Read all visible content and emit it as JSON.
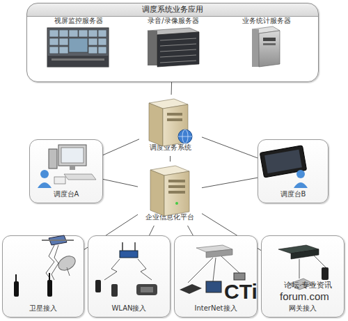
{
  "diagram": {
    "nodes": [
      {
        "text": [
          "调度系统业务应用"
        ]
      },
      {
        "text": [
          "视屏监控服务器"
        ],
        "in": 0
      },
      {
        "text": [
          "录音/录像服务器"
        ],
        "in": 0
      },
      {
        "text": [
          "业务统计服务器"
        ],
        "in": 0
      },
      {
        "text": [
          "调度业务系统"
        ]
      },
      {
        "text": [
          "调度台A"
        ]
      },
      {
        "text": [
          "调度台B"
        ]
      },
      {
        "text": [
          "企业信息化平台"
        ]
      },
      {
        "text": [
          "卫星接入"
        ]
      },
      {
        "text": [
          "WLAN接入"
        ]
      },
      {
        "text": [
          "InterNet接入"
        ]
      },
      {
        "text": [
          "网关接入"
        ]
      }
    ],
    "edges": [
      {
        "from": 0,
        "to": 4,
        "arrow": "none"
      },
      {
        "from": 4,
        "to": 5,
        "arrow": "none"
      },
      {
        "from": 4,
        "to": 6,
        "arrow": "none"
      },
      {
        "from": 4,
        "to": 7,
        "arrow": "none"
      },
      {
        "from": 7,
        "to": 5,
        "arrow": "none"
      },
      {
        "from": 7,
        "to": 6,
        "arrow": "none"
      },
      {
        "from": 7,
        "to": 8,
        "arrow": "none"
      },
      {
        "from": 7,
        "to": 9,
        "arrow": "none"
      },
      {
        "from": 7,
        "to": 10,
        "arrow": "none"
      },
      {
        "from": 7,
        "to": 11,
        "arrow": "none"
      }
    ],
    "labels": [
      "CTi",
      "论坛·专业资讯",
      "forum.com"
    ]
  }
}
